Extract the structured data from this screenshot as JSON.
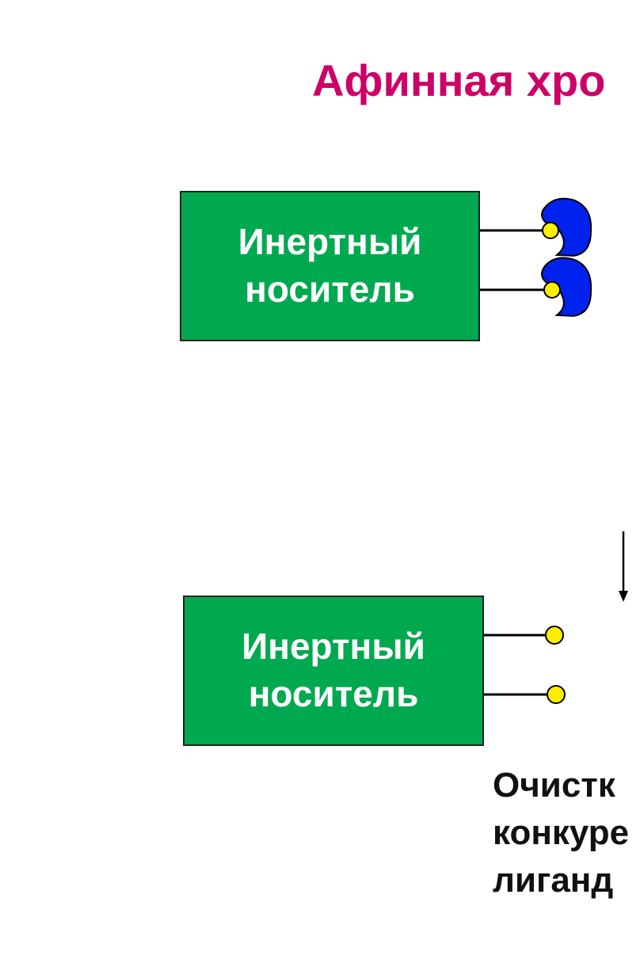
{
  "title": "Афинная хро",
  "carrier_top": {
    "line1": "Инертный",
    "line2": "носитель"
  },
  "carrier_bottom": {
    "line1": "Инертный",
    "line2": "носитель"
  },
  "caption": {
    "line1": "Очистк",
    "line2": "конкуре",
    "line3": "лиганд"
  },
  "colors": {
    "title": "#cc0066",
    "carrier_fill": "#00a94f",
    "ligand": "#ffee00",
    "protein": "#0022ee"
  },
  "icons": {
    "ligand": "ligand-circle-icon",
    "protein": "protein-shape-icon",
    "arrow": "arrow-down-icon"
  }
}
